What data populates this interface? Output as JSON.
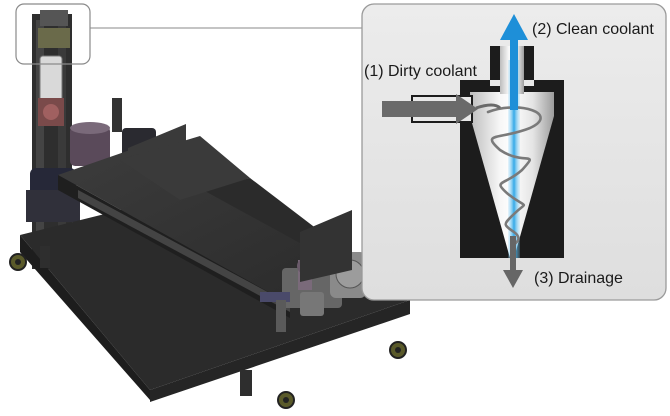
{
  "labels": {
    "dirty_coolant": "(1) Dirty coolant",
    "clean_coolant": "(2) Clean coolant",
    "drainage": "(3) Drainage"
  },
  "colors": {
    "panel_bg": "#e6e6e6",
    "panel_border": "#9a9a9a",
    "cyclone_body": "#1c1c1c",
    "clean_arrow": "#1e8fd8",
    "flow_arrow": "#666666",
    "machine_dark": "#2a2a2a"
  }
}
